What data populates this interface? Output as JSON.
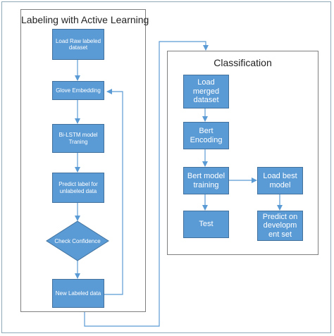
{
  "colors": {
    "box_fill": "#5b9bd5",
    "box_border": "#41719c",
    "connector": "#5b9bd5",
    "frame": "#8fa9b8"
  },
  "left_panel": {
    "title": "Labeling with Active Learning",
    "steps": {
      "load_raw": "Load Raw labeled dataset",
      "glove": "Glove Embedding",
      "bilstm": "Bi-LSTM model Traning",
      "predict": "Predict label for unlabeled data",
      "check": "Check Confidence",
      "new_labeled": "New Labeled data"
    }
  },
  "right_panel": {
    "title": "Classification",
    "steps": {
      "load_merged": "Load merged dataset",
      "bert_encoding": "Bert Encoding",
      "bert_training": "Bert model training",
      "load_best": "Load best model",
      "test": "Test",
      "predict_dev": "Predict on developm ent set"
    }
  }
}
